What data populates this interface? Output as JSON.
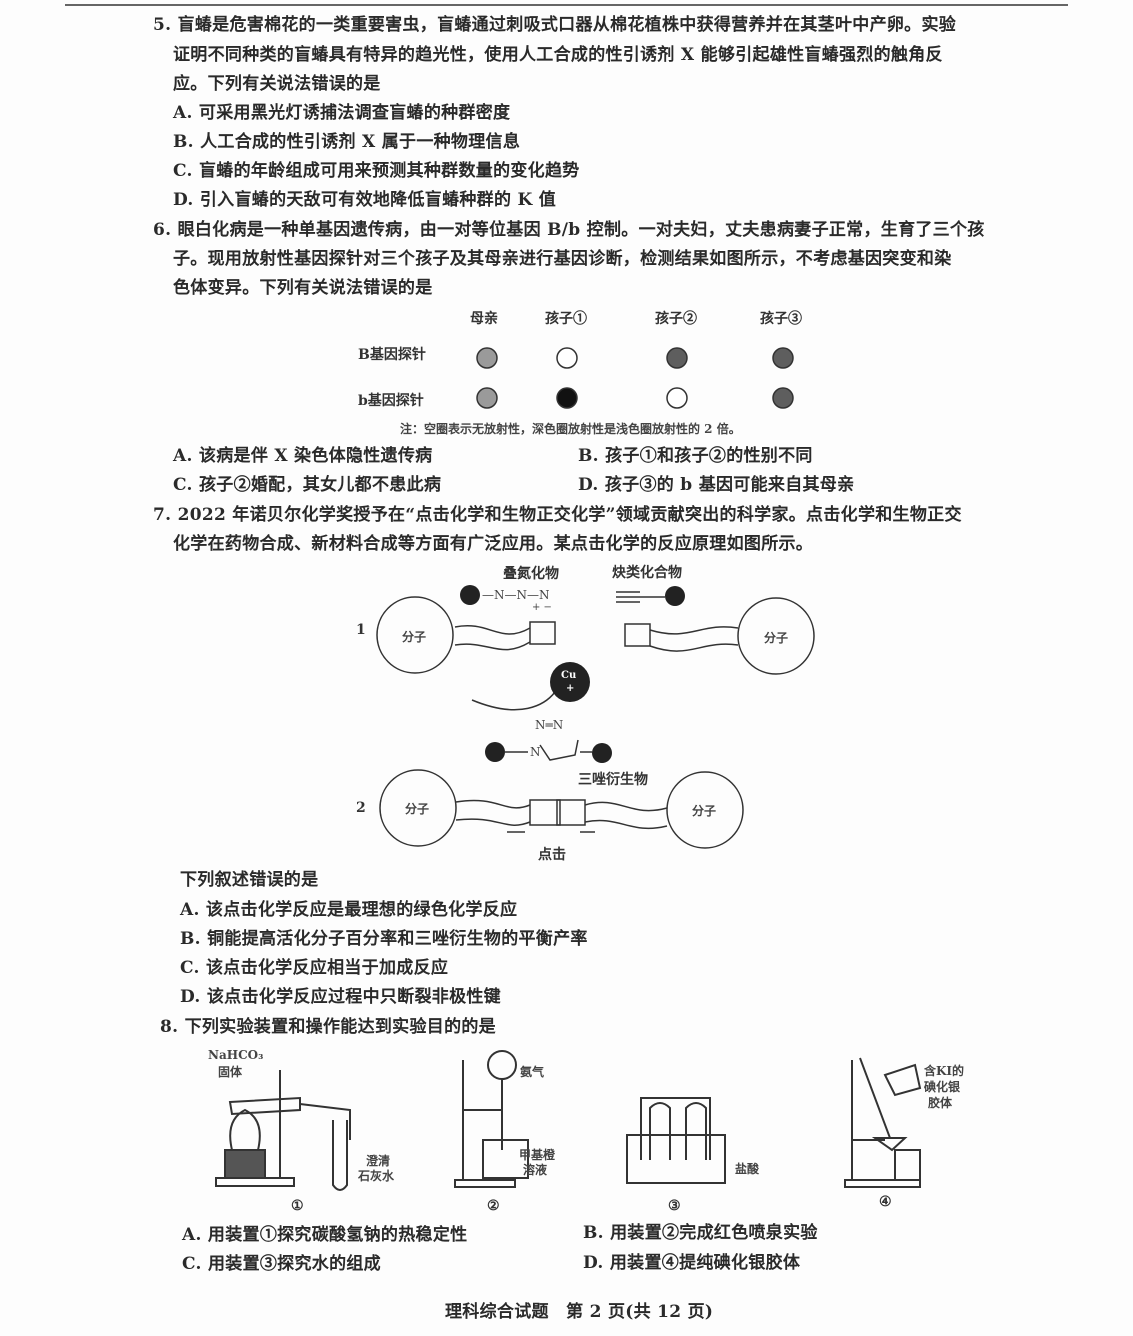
{
  "q5": {
    "lines": [
      "5. 盲蝽是危害棉花的一类重要害虫，盲蝽通过刺吸式口器从棉花植株中获得营养并在其茎叶中产卵。实验",
      "证明不同种类的盲蝽具有特异的趋光性，使用人工合成的性引诱剂 X 能够引起雄性盲蝽强烈的触角反",
      "应。下列有关说法错误的是"
    ],
    "options": [
      "A. 可采用黑光灯诱捕法调查盲蝽的种群密度",
      "B. 人工合成的性引诱剂 X 属于一种物理信息",
      "C. 盲蝽的年龄组成可用来预测其种群数量的变化趋势",
      "D. 引入盲蝽的天敌可有效地降低盲蝽种群的 K 值"
    ]
  },
  "q6": {
    "lines": [
      "6. 眼白化病是一种单基因遗传病，由一对等位基因 B/b 控制。一对夫妇，丈夫患病妻子正常，生育了三个孩",
      "子。现用放射性基因探针对三个孩子及其母亲进行基因诊断，检测结果如图所示，不考虑基因突变和染",
      "色体变异。下列有关说法错误的是"
    ],
    "figure": {
      "columns": [
        "母亲",
        "孩子①",
        "孩子②",
        "孩子③"
      ],
      "rows": [
        {
          "label": "B基因探针",
          "states": [
            "light",
            "empty",
            "dark",
            "dark"
          ]
        },
        {
          "label": "b基因探针",
          "states": [
            "light",
            "black",
            "empty",
            "dark"
          ]
        }
      ],
      "note": "注：空圈表示无放射性，深色圈放射性是浅色圈放射性的 2 倍。"
    },
    "options": [
      "A. 该病是伴 X 染色体隐性遗传病",
      "B. 孩子①和孩子②的性别不同",
      "C. 孩子②婚配，其女儿都不患此病",
      "D. 孩子③的 b 基因可能来自其母亲"
    ]
  },
  "q7": {
    "lines": [
      "7. 2022 年诺贝尔化学奖授予在“点击化学和生物正交化学”领域贡献突出的科学家。点击化学和生物正交",
      "化学在药物合成、新材料合成等方面有广泛应用。某点击化学的反应原理如图所示。"
    ],
    "figure": {
      "step1": "1",
      "step2": "2",
      "molecule": "分子",
      "azide": "叠氮化物",
      "alkyne": "炔类化合物",
      "catalyst": "Cu",
      "catalyst_charge": "+",
      "triazole": "三唑衍生物",
      "click": "点击",
      "azide_formula": "—N—N—N",
      "charges": "+  −",
      "ring_top": "N═N",
      "ring_n": "N"
    },
    "prompt": "下列叙述错误的是",
    "options": [
      "A. 该点击化学反应是最理想的绿色化学反应",
      "B. 铜能提高活化分子百分率和三唑衍生物的平衡产率",
      "C. 该点击化学反应相当于加成反应",
      "D. 该点击化学反应过程中只断裂非极性键"
    ]
  },
  "q8": {
    "line": "8. 下列实验装置和操作能达到实验目的的是",
    "figure": {
      "labels": [
        "NaHCO₃",
        "固体",
        "澄清",
        "石灰水",
        "氨气",
        "甲基橙",
        "溶液",
        "盐酸",
        "含KI的",
        "碘化银",
        "胶体"
      ],
      "numbers": [
        "①",
        "②",
        "③",
        "④"
      ]
    },
    "options": [
      "A. 用装置①探究碳酸氢钠的热稳定性",
      "B. 用装置②完成红色喷泉实验",
      "C. 用装置③探究水的组成",
      "D. 用装置④提纯碘化银胶体"
    ]
  },
  "footer": "理科综合试题　第 2 页(共 12 页)"
}
